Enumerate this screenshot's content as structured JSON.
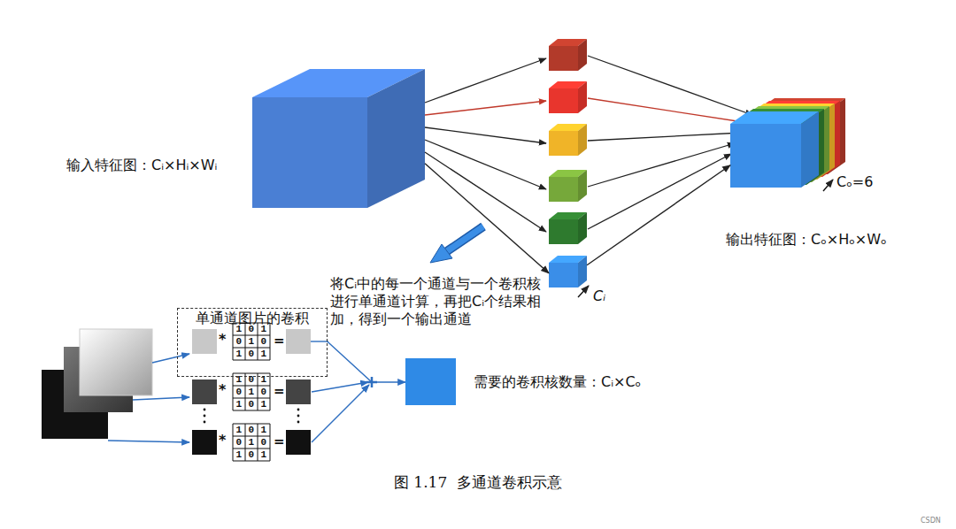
{
  "diagram": {
    "caption": "图 1.17  多通道卷积示意",
    "nodes": [
      {
        "text": [
          "输入特征图：Cᵢ×Hᵢ×Wᵢ"
        ]
      },
      {
        "text": [
          "Cᵢ"
        ]
      },
      {
        "text": [
          "Cₒ=6",
          "输出特征图：Cₒ×Hₒ×Wₒ"
        ]
      },
      {
        "text": [
          "单通道图片的卷积"
        ]
      },
      {
        "text": [
          "需要的卷积核数量：Cᵢ×Cₒ"
        ]
      }
    ],
    "edges": [
      {
        "from": 0,
        "to": 1,
        "arrow": "to"
      },
      {
        "from": 1,
        "to": 2,
        "arrow": "to"
      },
      {
        "from": 3,
        "to": 4,
        "arrow": "to"
      }
    ],
    "labels": [
      "将Cᵢ中的每一个通道与一个卷积核进行单通道计算，再把Cᵢ个结果相加，得到一个输出通道",
      "*",
      "101",
      "010",
      "101",
      "=",
      "*",
      "101",
      "010",
      "101",
      "=",
      "*",
      "101",
      "010",
      "101",
      "=",
      "CSDN"
    ]
  }
}
